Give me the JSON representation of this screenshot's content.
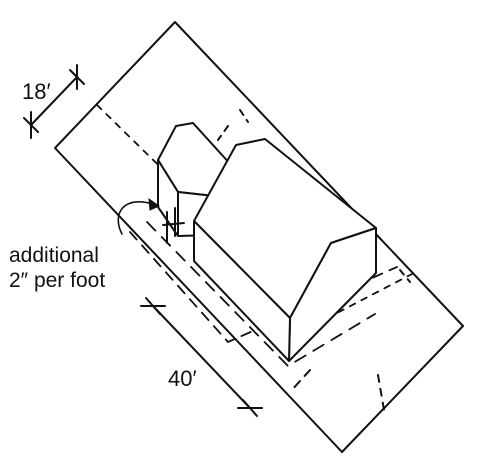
{
  "diagram": {
    "lot_width_label": "18′",
    "setback_label": "40′",
    "note_line1": "additional",
    "note_line2": "2″ per foot",
    "line_color": "#111111",
    "background_color": "#ffffff"
  }
}
